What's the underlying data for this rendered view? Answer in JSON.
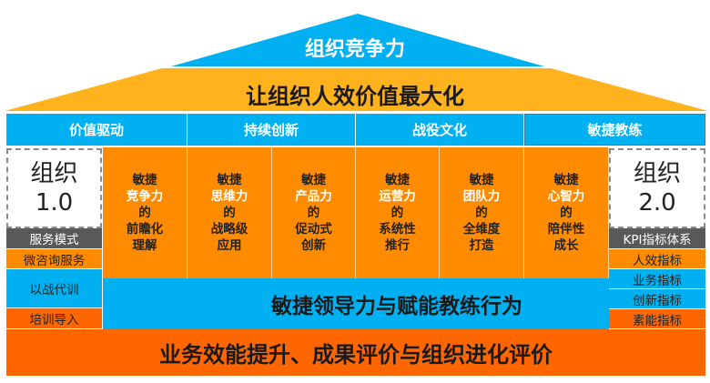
{
  "roof": {
    "top_label": "组织竞争力",
    "second_label": "让组织人效价值最大化",
    "top_color": "#00b0f0",
    "second_color": "#fdb21e"
  },
  "headers": [
    "价值驱动",
    "持续创新",
    "战役文化",
    "敏捷教练"
  ],
  "pillars": [
    {
      "lines": [
        "敏捷",
        "竞争力",
        "的",
        "前瞻化",
        "理解"
      ]
    },
    {
      "lines": [
        "敏捷",
        "思维力",
        "的",
        "战略级",
        "应用"
      ]
    },
    {
      "lines": [
        "敏捷",
        "产品力",
        "的",
        "促动式",
        "创新"
      ]
    },
    {
      "lines": [
        "敏捷",
        "运营力",
        "的",
        "系统性",
        "推行"
      ]
    },
    {
      "lines": [
        "敏捷",
        "团队力",
        "的",
        "全维度",
        "打造"
      ]
    },
    {
      "lines": [
        "敏捷",
        "心智力",
        "的",
        "陪伴性",
        "成长"
      ]
    }
  ],
  "left_panel": {
    "title_line1": "组织",
    "title_line2": "1.0",
    "category": "服务模式",
    "items": [
      "微咨询服务",
      "以战代训",
      "培训导入"
    ]
  },
  "right_panel": {
    "title_line1": "组织",
    "title_line2": "2.0",
    "category": "KPI指标体系",
    "items": [
      "人效指标",
      "业务指标",
      "创新指标",
      "素能指标"
    ]
  },
  "middle_band": "敏捷领导力与赋能教练行为",
  "foundation": "业务效能提升、成果评价与组织进化评价",
  "colors": {
    "blue": "#00b0f0",
    "orange": "#ff8c00",
    "dark_orange": "#ff6600",
    "yellow": "#fdb21e",
    "grey": "#595959"
  }
}
